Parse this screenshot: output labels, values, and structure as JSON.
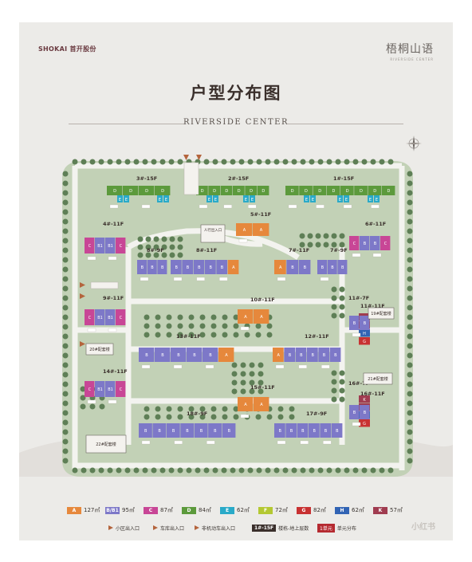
{
  "header": {
    "logo": "SHOKAI 首开股份",
    "brand_cn": "梧桐山语",
    "brand_en": "RIVERSIDE CENTER"
  },
  "title": "户型分布图",
  "subtitle": "RIVERSIDE CENTER",
  "colors": {
    "A": "#e6883c",
    "B": "#7d78c8",
    "C": "#c84696",
    "D": "#5c9a3c",
    "E": "#2aaac8",
    "F": "#b4c832",
    "G": "#c83232",
    "H": "#3264b4",
    "K": "#a03c50",
    "park": "#c2d1b6",
    "road": "#f3f3ef",
    "tree": "#5e7f56"
  },
  "map": {
    "buildings": [
      {
        "label": "3#-15F"
      },
      {
        "label": "2#-15F"
      },
      {
        "label": "1#-15F"
      },
      {
        "label": "4#-11F"
      },
      {
        "label": "5#-11F"
      },
      {
        "label": "6#-11F"
      },
      {
        "label": "7#-11F"
      },
      {
        "label": "7#-9F"
      },
      {
        "label": "8#-9F"
      },
      {
        "label": "8#-11F"
      },
      {
        "label": "9#-11F"
      },
      {
        "label": "10#-11F"
      },
      {
        "label": "11#-7F"
      },
      {
        "label": "11#-11F"
      },
      {
        "label": "12#-11F"
      },
      {
        "label": "13#-11F"
      },
      {
        "label": "14#-11F"
      },
      {
        "label": "15#-11F"
      },
      {
        "label": "16#-7F"
      },
      {
        "label": "16#-11F"
      },
      {
        "label": "17#-9F"
      },
      {
        "label": "18#-9F"
      }
    ],
    "garages": [
      "19#配套楼",
      "20#配套楼",
      "21#配套楼",
      "22#配套楼"
    ],
    "facility": "人行出入口"
  },
  "legend": {
    "types": [
      {
        "code": "A",
        "area": "127㎡"
      },
      {
        "code": "B/B1",
        "area": "95㎡"
      },
      {
        "code": "C",
        "area": "87㎡"
      },
      {
        "code": "D",
        "area": "84㎡"
      },
      {
        "code": "E",
        "area": "62㎡"
      },
      {
        "code": "F",
        "area": "72㎡"
      },
      {
        "code": "G",
        "area": "82㎡"
      },
      {
        "code": "H",
        "area": "62㎡"
      },
      {
        "code": "K",
        "area": "57㎡"
      }
    ],
    "entrance_labels": [
      "小区出入口",
      "车库出入口",
      "非机动车出入口"
    ],
    "floor_badge": "1#-15F",
    "floor_badge_text": "楼栋-地上层数",
    "unit_badge": "1单元",
    "unit_badge_text": "单元分布"
  },
  "watermark": "小红书"
}
